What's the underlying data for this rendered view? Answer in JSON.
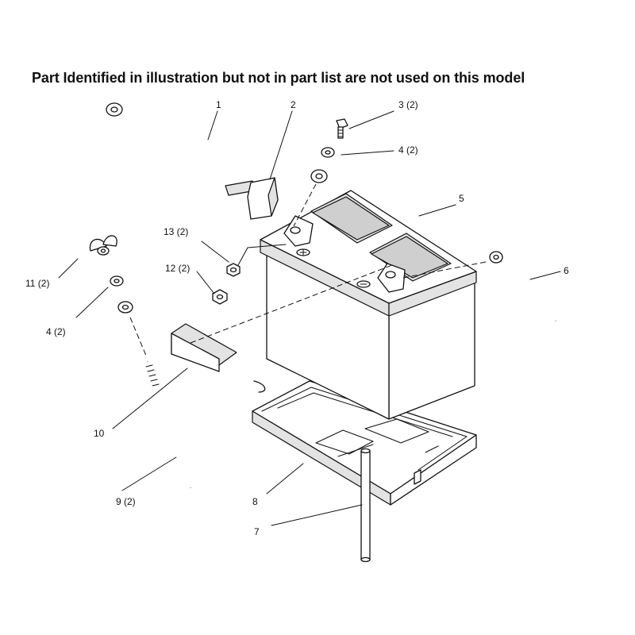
{
  "note": "Part Identified in illustration but not in part list are not used on this model",
  "callouts": {
    "c1": "1",
    "c2": "2",
    "c3": "3 (2)",
    "c4a": "4 (2)",
    "c5": "5",
    "c6": "6",
    "c7": "7",
    "c8": "8",
    "c9": "9 (2)",
    "c10": "10",
    "c11": "11 (2)",
    "c12": "12 (2)",
    "c13": "13 (2)",
    "c4b": "4 (2)"
  }
}
